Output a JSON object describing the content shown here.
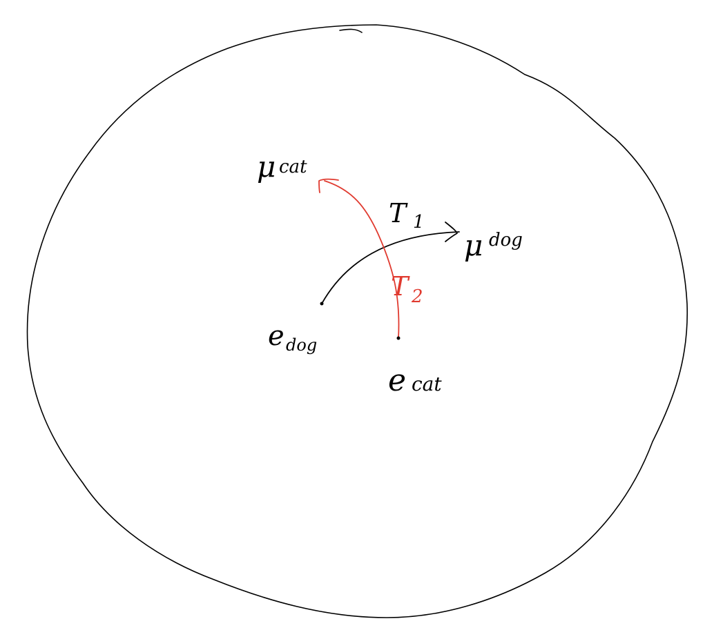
{
  "colors": {
    "ink": "#000000",
    "accent": "#e03a2f",
    "background": "#ffffff"
  },
  "labels": {
    "mu_cat": {
      "symbol": "μ",
      "subscript": "cat"
    },
    "mu_dog": {
      "symbol": "μ",
      "subscript": "dog"
    },
    "e_dog": {
      "symbol": "e",
      "subscript": "dog"
    },
    "e_cat": {
      "symbol": "e",
      "subscript": "cat"
    },
    "t1": {
      "symbol": "T",
      "subscript": "1"
    },
    "t2": {
      "symbol": "T",
      "subscript": "2"
    }
  }
}
